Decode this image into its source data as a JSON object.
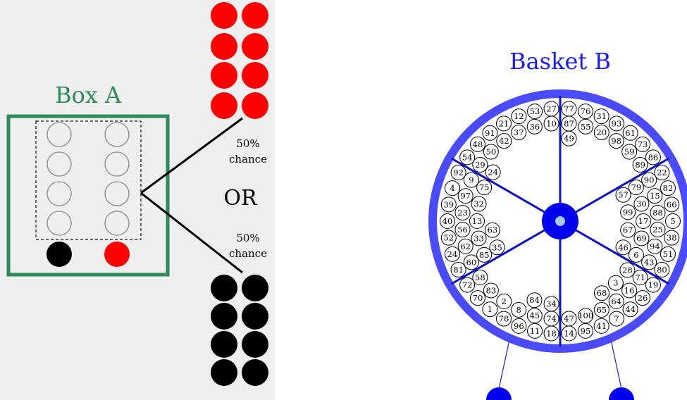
{
  "box_a": {
    "title": "Box A",
    "title_color": "#2e8b57",
    "revealed_balls": [
      "black",
      "red"
    ]
  },
  "choice": {
    "top_prob": "50%",
    "top_word": "chance",
    "or_text": "OR",
    "bottom_prob": "50%",
    "bottom_word": "chance",
    "top_outcome_color": "red",
    "bottom_outcome_color": "black"
  },
  "basket_b": {
    "title": "Basket B",
    "title_color": "#1a1aff",
    "wheel_color": "#4a4aff",
    "spoke_color": "#0d0dcc",
    "sectors": [
      {
        "balls": [
          "54",
          "48",
          "91",
          "21",
          "12",
          "53",
          "27",
          "29",
          "50",
          "42",
          "37",
          "36",
          "10",
          "24"
        ]
      },
      {
        "balls": [
          "77",
          "76",
          "31",
          "93",
          "61",
          "73",
          "86",
          "87",
          "55",
          "20",
          "98",
          "59",
          "89",
          "49"
        ]
      },
      {
        "balls": [
          "22",
          "82",
          "66",
          "5",
          "38",
          "51",
          "80",
          "90",
          "15",
          "88",
          "25",
          "94",
          "43",
          "79",
          "30",
          "17",
          "69",
          "6",
          "57",
          "99",
          "67",
          "46"
        ]
      },
      {
        "balls": [
          "19",
          "26",
          "44",
          "7",
          "41",
          "95",
          "14",
          "71",
          "16",
          "64",
          "65",
          "100",
          "47",
          "28",
          "3",
          "68"
        ]
      },
      {
        "balls": [
          "18",
          "11",
          "96",
          "78",
          "1",
          "70",
          "72",
          "74",
          "45",
          "8",
          "2",
          "83",
          "58",
          "34",
          "84"
        ]
      },
      {
        "balls": [
          "81",
          "24",
          "52",
          "40",
          "39",
          "4",
          "92",
          "60",
          "62",
          "56",
          "23",
          "97",
          "9",
          "85",
          "33",
          "13",
          "32",
          "75",
          "35",
          "63"
        ]
      }
    ]
  }
}
